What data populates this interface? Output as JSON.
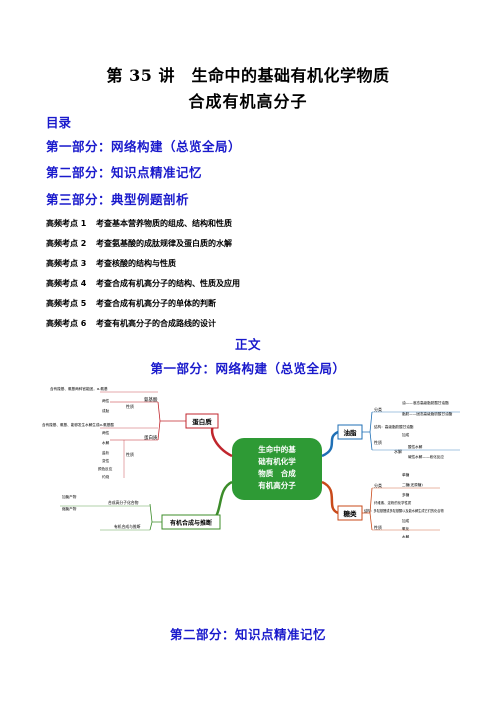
{
  "document": {
    "title_line1": "第 35 讲　生命中的基础有机化学物质",
    "title_line2": "合成有机高分子",
    "toc_heading": "目录",
    "parts": [
      "第一部分：网络构建（总览全局）",
      "第二部分：知识点精准记忆",
      "第三部分：典型例题剖析"
    ],
    "key_points": [
      {
        "label": "高频考点 1",
        "text": "考查基本营养物质的组成、结构和性质"
      },
      {
        "label": "高频考点 2",
        "text": "考查氨基酸的成肽规律及蛋白质的水解"
      },
      {
        "label": "高频考点 3",
        "text": "考查核酸的结构与性质"
      },
      {
        "label": "高频考点 4",
        "text": "考查合成有机高分子的结构、性质及应用"
      },
      {
        "label": "高频考点 5",
        "text": "考查合成有机高分子的单体的判断"
      },
      {
        "label": "高频考点 6",
        "text": "考查有机高分子的合成路线的设计"
      }
    ],
    "body_heading": "正文",
    "section1_heading": "第一部分：网络构建（总览全局）",
    "section2_heading": "第二部分：知识点精准记忆"
  },
  "mindmap": {
    "center": [
      "生命中的基",
      "础有机化学",
      "物质　合成",
      "有机高分子"
    ],
    "branch_protein": "蛋白质",
    "branch_oil": "油脂",
    "branch_sugar": "糖类",
    "branch_polymer": "有机合成与推断",
    "protein_sub": [
      "氨基酸",
      "蛋白质",
      "性质",
      "结构",
      "性质",
      "种类"
    ],
    "protein_leaves": [
      "含有羧基、氨基两种官能团，α-氨基",
      "两性",
      "成肽",
      "含有羧基、氨基、能够发生水解生成α-氨基酸",
      "两性",
      "水解",
      "盐析",
      "变性",
      "颜色反应",
      "灼烧"
    ],
    "oil_sub": [
      "分类",
      "结构：高级脂肪酸甘油酯",
      "性质",
      "水解"
    ],
    "oil_leaves": [
      "油——液态高级脂肪酸甘油酯",
      "脂肪——固态高级脂肪酸甘油酯",
      "加成",
      "酸性水解",
      "碱性水解——皂化反应"
    ],
    "sugar_sub": [
      "分类",
      "性质"
    ],
    "sugar_leaves": [
      "单糖",
      "二糖(还原糖)",
      "多糖",
      "加成",
      "氧化",
      "水解",
      "纤维素、淀粉的化学性质",
      "结构：多羟基醛或多羟基酮以及能水解生成它们的化合物"
    ],
    "polymer_sub": [
      "合成高分子化合物",
      "有机合成与推断"
    ],
    "polymer_leaves": [
      "加聚产物",
      "缩聚产物"
    ],
    "colors": {
      "center_fill": "#2e9a35",
      "protein": "#c0262d",
      "oil": "#1f6fb5",
      "sugar": "#c94a1a",
      "polymer": "#3c8c2a"
    }
  }
}
